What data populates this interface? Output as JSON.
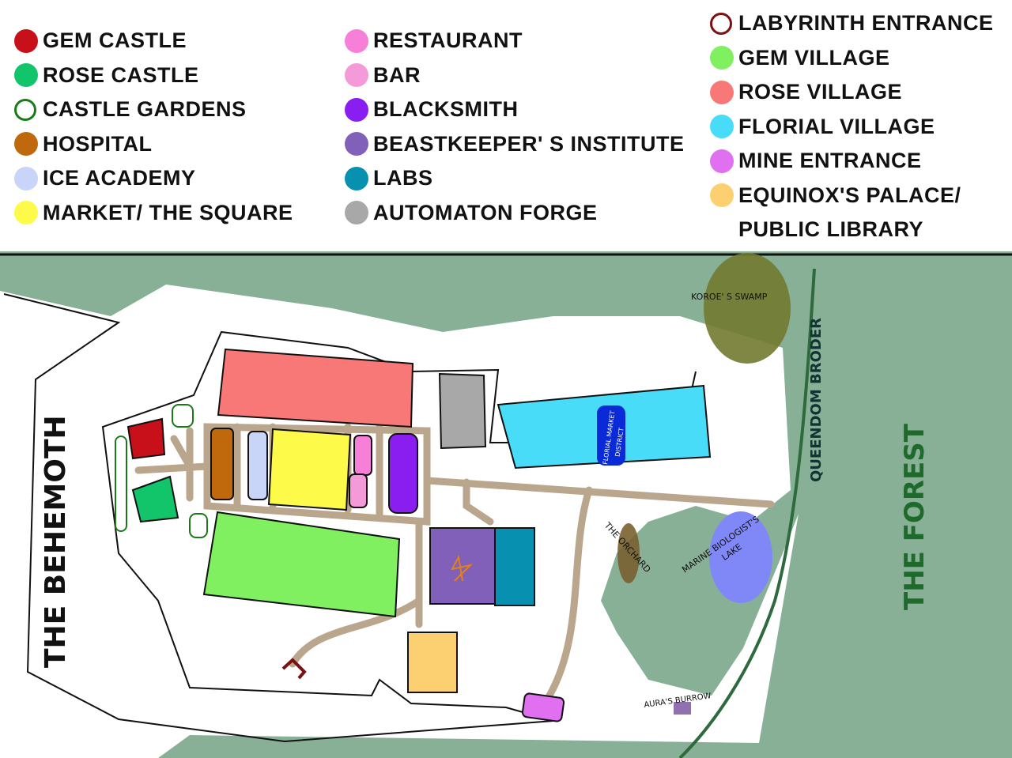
{
  "legend": {
    "col1": [
      {
        "label": "GEM CASTLE",
        "color": "#c8101a",
        "style": "fill"
      },
      {
        "label": "ROSE CASTLE",
        "color": "#12c46a",
        "style": "fill"
      },
      {
        "label": "CASTLE GARDENS",
        "color": "#1a7a1a",
        "style": "ring"
      },
      {
        "label": "HOSPITAL",
        "color": "#c0690c",
        "style": "fill"
      },
      {
        "label": "ICE ACADEMY",
        "color": "#c8d4f8",
        "style": "fill"
      },
      {
        "label": "MARKET/ THE SQUARE",
        "color": "#fdfa4a",
        "style": "fill"
      }
    ],
    "col2": [
      {
        "label": "RESTAURANT",
        "color": "#f77fd8",
        "style": "fill"
      },
      {
        "label": "BAR",
        "color": "#f59ad8",
        "style": "fill"
      },
      {
        "label": "BLACKSMITH",
        "color": "#8a1ef0",
        "style": "fill"
      },
      {
        "label": "BEASTKEEPER' S INSTITUTE",
        "color": "#8060b8",
        "style": "fill"
      },
      {
        "label": "LABS",
        "color": "#0890b0",
        "style": "fill"
      },
      {
        "label": "AUTOMATON FORGE",
        "color": "#a8a8a8",
        "style": "fill"
      }
    ],
    "col3": [
      {
        "label": "LABYRINTH ENTRANCE",
        "color": "#7a1010",
        "style": "ring"
      },
      {
        "label": "GEM VILLAGE",
        "color": "#80f060",
        "style": "fill"
      },
      {
        "label": "ROSE VILLAGE",
        "color": "#f87878",
        "style": "fill"
      },
      {
        "label": "FLORIAL VILLAGE",
        "color": "#48dcf8",
        "style": "fill"
      },
      {
        "label": "MINE ENTRANCE",
        "color": "#e070f0",
        "style": "fill"
      },
      {
        "label": "EQUINOX'S PALACE/",
        "color": "#fcd070",
        "style": "fill"
      },
      {
        "label": "PUBLIC LIBRARY",
        "color": "",
        "style": "none"
      }
    ]
  },
  "map": {
    "labels": {
      "behemoth": "THE BEHEMOTH",
      "forest": "THE FOREST",
      "queendom_border": "QUEENDOM BRODER",
      "swamp": "KOROE' S SWAMP",
      "market_district_1": "FLORIAL MARKET",
      "market_district_2": "DISTRICT",
      "orchard": "THE ORCHARD",
      "lake_1": "MARINE BIOLOGIST'S",
      "lake_2": "LAKE",
      "burrow": "AURA'S BURROW"
    },
    "colors": {
      "forest": "#88b096",
      "road": "#b9a68c",
      "border": "#2e6a3e"
    }
  }
}
